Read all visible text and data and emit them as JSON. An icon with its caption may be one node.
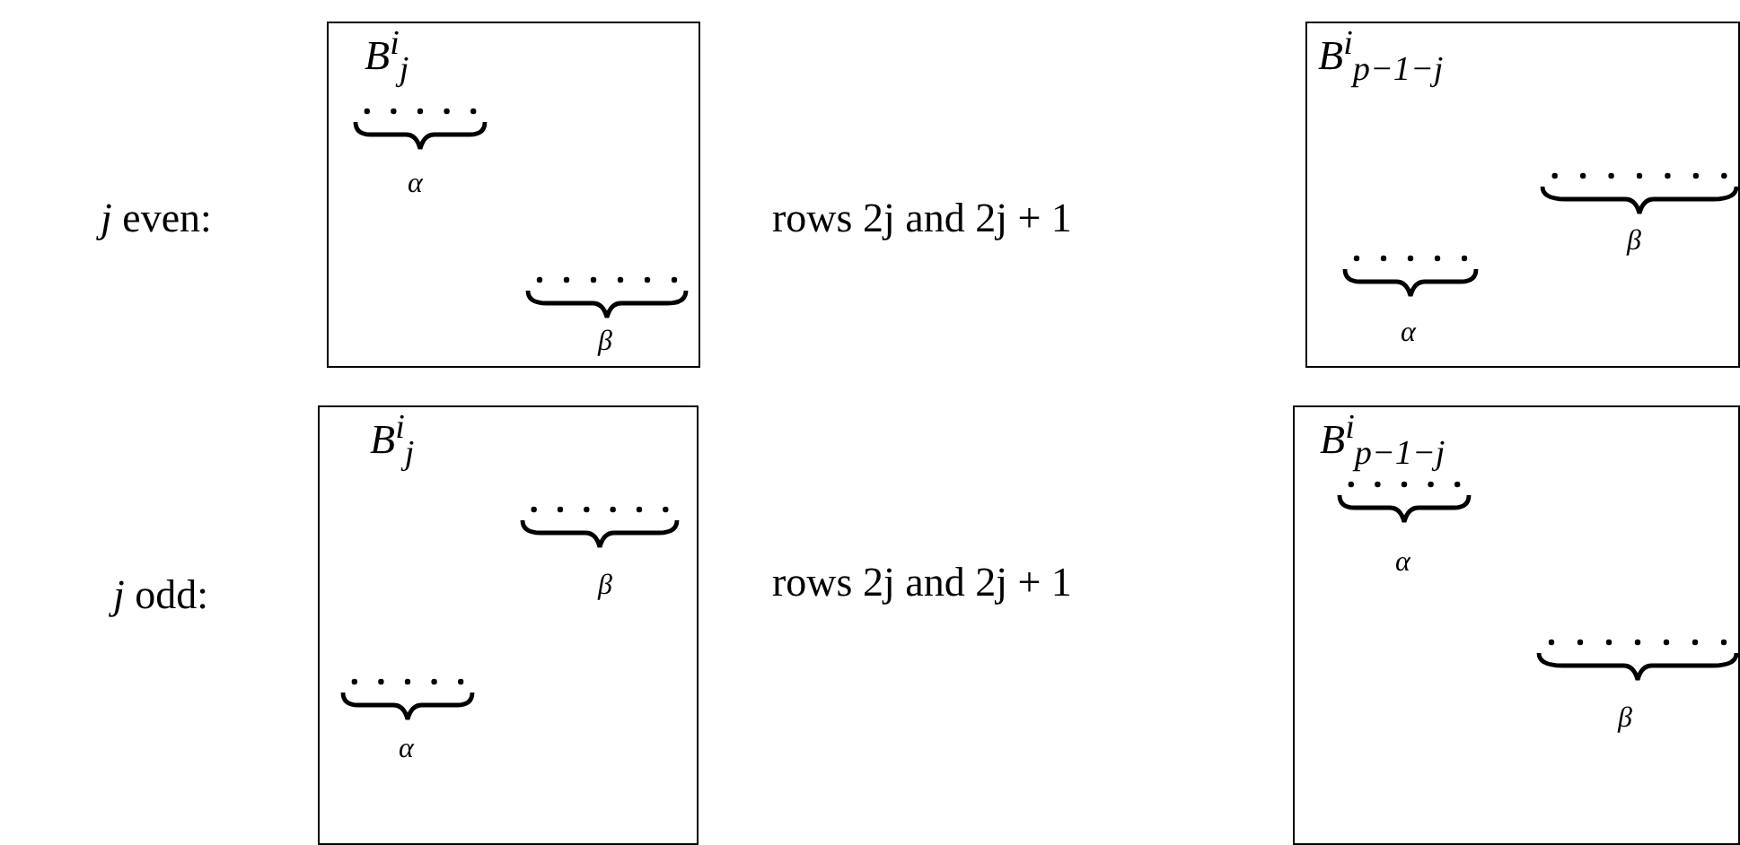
{
  "diagram": {
    "nodes": [
      {
        "text": [
          "B$^{i}$$_{j}$",
          "α",
          "β"
        ]
      },
      {
        "text": [
          "B$^{i}$$_{p−1−j}$",
          "β",
          "α"
        ]
      },
      {
        "text": [
          "B$^{i}$$_{j}$",
          "β",
          "α"
        ]
      },
      {
        "text": [
          "B$^{i}$$_{p−1−j}$",
          "α",
          "β"
        ]
      }
    ],
    "labels": [
      "*j* even:",
      "rows 2j and 2j + 1",
      "*j* odd:",
      "rows 2j and 2j + 1"
    ]
  }
}
